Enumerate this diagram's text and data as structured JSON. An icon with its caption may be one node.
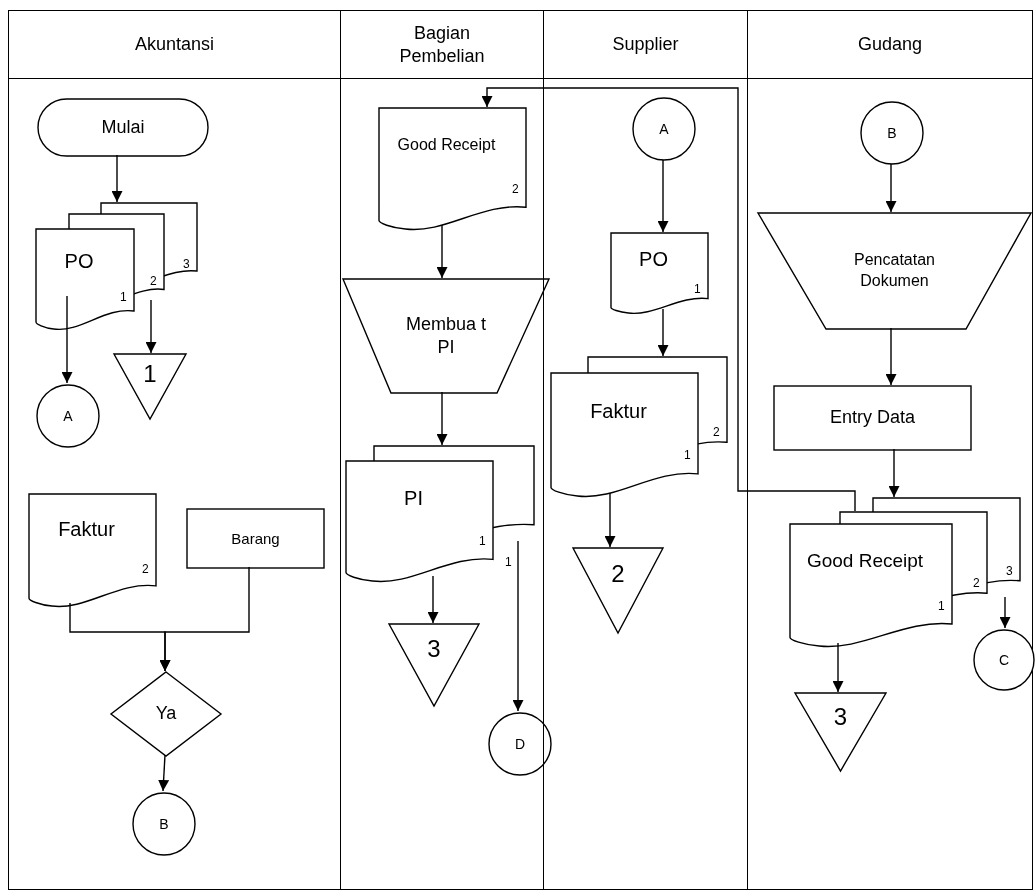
{
  "diagram": {
    "nodes": [
      {
        "text": [
          "Akuntansi"
        ]
      },
      {
        "text": [
          "Bagian Pembelian"
        ]
      },
      {
        "text": [
          "Supplier"
        ]
      },
      {
        "text": [
          "Gudang"
        ]
      },
      {
        "text": [
          "Mulai"
        ],
        "in": 0
      },
      {
        "text": [
          "PO",
          "1",
          "2",
          "3"
        ],
        "in": 0
      },
      {
        "text": [
          "A"
        ],
        "in": 0
      },
      {
        "text": [
          "1"
        ],
        "in": 0
      },
      {
        "text": [
          "Faktur",
          "2"
        ],
        "in": 0
      },
      {
        "text": [
          "Barang"
        ],
        "in": 0
      },
      {
        "text": [
          "Ya"
        ],
        "in": 0
      },
      {
        "text": [
          "B"
        ],
        "in": 0
      },
      {
        "text": [
          "Good Receipt",
          "2"
        ],
        "in": 1
      },
      {
        "text": [
          "Membua t PI"
        ],
        "in": 1
      },
      {
        "text": [
          "PI",
          "1"
        ],
        "in": 1
      },
      {
        "text": [
          "3"
        ],
        "in": 1
      },
      {
        "text": [
          "D"
        ],
        "in": 1
      },
      {
        "text": [
          "A"
        ],
        "in": 2
      },
      {
        "text": [
          "PO",
          "1"
        ],
        "in": 2
      },
      {
        "text": [
          "Faktur",
          "1",
          "2"
        ],
        "in": 2
      },
      {
        "text": [
          "2"
        ],
        "in": 2
      },
      {
        "text": [
          "B"
        ],
        "in": 3
      },
      {
        "text": [
          "Pencatatan Dokumen"
        ],
        "in": 3
      },
      {
        "text": [
          "Entry Data"
        ],
        "in": 3
      },
      {
        "text": [
          "Good Receipt",
          "1",
          "2",
          "3"
        ],
        "in": 3
      },
      {
        "text": [
          "3"
        ],
        "in": 3
      },
      {
        "text": [
          "C"
        ],
        "in": 3
      }
    ],
    "edges": [
      {
        "from": 4,
        "to": 5,
        "arrow": "to"
      },
      {
        "from": 5,
        "to": 6,
        "arrow": "to"
      },
      {
        "from": 5,
        "to": 7,
        "arrow": "to"
      },
      {
        "from": 8,
        "to": 10,
        "arrow": "to"
      },
      {
        "from": 9,
        "to": 10,
        "arrow": "to"
      },
      {
        "from": 10,
        "to": 11,
        "arrow": "to"
      },
      {
        "from": 12,
        "to": 13,
        "arrow": "to"
      },
      {
        "from": 13,
        "to": 14,
        "arrow": "to"
      },
      {
        "from": 14,
        "to": 15,
        "arrow": "to"
      },
      {
        "from": 14,
        "to": 16,
        "arrow": "to",
        "label": "1"
      },
      {
        "from": 17,
        "to": 18,
        "arrow": "to"
      },
      {
        "from": 18,
        "to": 19,
        "arrow": "to"
      },
      {
        "from": 19,
        "to": 20,
        "arrow": "to"
      },
      {
        "from": 21,
        "to": 22,
        "arrow": "to"
      },
      {
        "from": 22,
        "to": 23,
        "arrow": "to"
      },
      {
        "from": 23,
        "to": 24,
        "arrow": "to"
      },
      {
        "from": 24,
        "to": 25,
        "arrow": "to"
      },
      {
        "from": 24,
        "to": 26,
        "arrow": "to"
      },
      {
        "from": 24,
        "to": 12,
        "arrow": "to"
      }
    ]
  }
}
